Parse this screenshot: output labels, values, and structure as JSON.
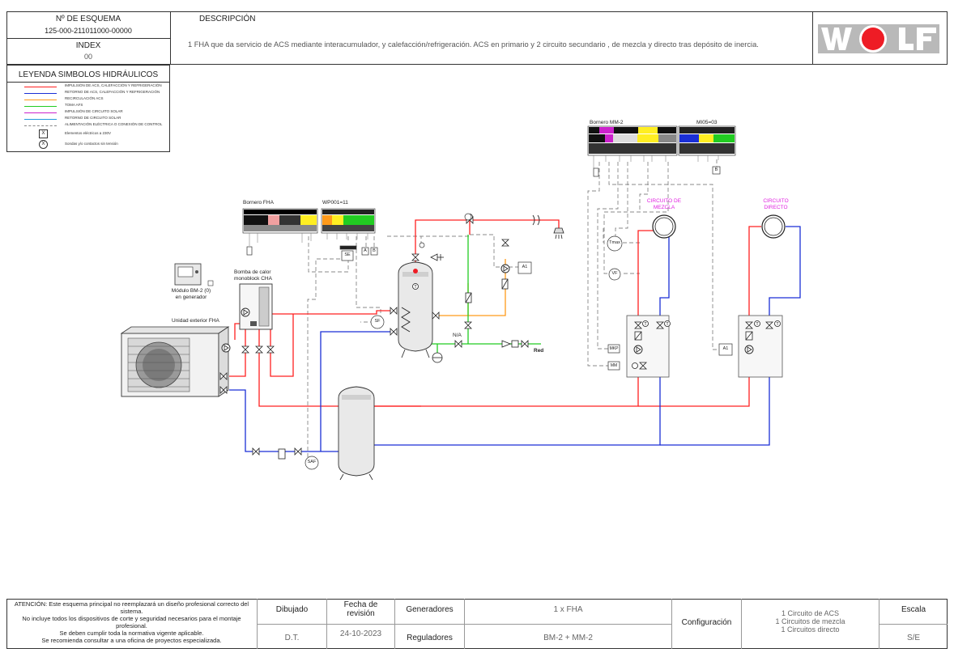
{
  "header": {
    "scheme_number_label": "Nº DE ESQUEMA",
    "scheme_number": "125-000-211011000-00000",
    "index_label": "INDEX",
    "index_value": "00",
    "description_label": "DESCRIPCIÓN",
    "description": "1 FHA que da servicio de ACS mediante interacumulador, y calefacción/refrigeración. ACS en primario y 2 circuito  secundario ,  de mezcla y directo  tras depósito de inercia.",
    "logo_text": "WOLF"
  },
  "legend": {
    "title": "LEYENDA SIMBOLOS HIDRÁULICOS",
    "items": [
      {
        "label": "IMPULSIÓN DE ACS, CALEFACCIÓN Y REFRIGERACIÓN",
        "color": "#ff2020",
        "style": "solid"
      },
      {
        "label": "RETORNO DE ACS, CALEFACCIÓN Y REFRIGERACIÓN",
        "color": "#1a2fd6",
        "style": "solid"
      },
      {
        "label": "RECIRCULACIÓN ACS",
        "color": "#ff9a1a",
        "style": "solid"
      },
      {
        "label": "TOMA AFS",
        "color": "#22cc22",
        "style": "solid"
      },
      {
        "label": "IMPULSIÓN DE CIRCUITO SOLAR",
        "color": "#cc22cc",
        "style": "solid"
      },
      {
        "label": "RETORNO DE CIRCUITO SOLAR",
        "color": "#2299dd",
        "style": "solid"
      },
      {
        "label": "ALIMENTACIÓN ELÉCTRICA O CONEXIÓN DE CONTROL",
        "color": "#888888",
        "style": "dashed"
      },
      {
        "label": "Elementos eléctricos a 230V",
        "symbol": "X",
        "style": "box"
      },
      {
        "label": "Sondas y/o contactos sin tensión",
        "symbol": "X",
        "style": "circle"
      }
    ]
  },
  "diagram": {
    "bornero_fha": "Bornero FHA",
    "wp001": "WP001=11",
    "bornero_mm2": "Bornero MM-2",
    "mi05": "MI05=03",
    "modulo_bm2_line1": "Módulo BM-2 (0)",
    "modulo_bm2_line2": "en generador",
    "bomba_line1": "Bomba de calor",
    "bomba_line2": "monoblock CHA",
    "unidad_exterior": "Unidad exterior FHA",
    "circuito_mezcla_line1": "CIRCUITO DE",
    "circuito_mezcla_line2": "MEZCLA",
    "circuito_directo_line1": "CIRCUITO",
    "circuito_directo_line2": "DIRECTO",
    "na_label": "N/A",
    "red_label": "Red",
    "sensor_se": "SE",
    "sensor_sf": "SF",
    "sensor_saf": "SAF",
    "sensor_a1": "A1",
    "sensor_a1b": "A1",
    "sensor_a": "A",
    "sensor_b": "B",
    "sensor_b2": "B",
    "sensor_tmax": "Tmax",
    "sensor_vf": "VF",
    "sensor_mkp": "MKP",
    "sensor_mm": "MM",
    "colors": {
      "supply": "#ff2020",
      "return": "#1a2fd6",
      "recirc": "#ff9a1a",
      "cold": "#22cc22",
      "control": "#888888",
      "magenta_text": "#e020e0"
    }
  },
  "footer": {
    "warning_lines": [
      "ATENCIÓN: Este esquema principal no reemplazará un diseño profesional correcto del sistema.",
      "No incluye todos los dispositivos de corte y seguridad necesarios para el montaje profesional.",
      "Se deben cumplir toda la normativa vigente aplicable.",
      "Se recomienda consultar a una oficina de proyectos especializada."
    ],
    "dibujado_label": "Dibujado",
    "dibujado_value": "D.T.",
    "fecha_label_1": "Fecha de",
    "fecha_label_2": "revisión",
    "fecha_value": "24-10-2023",
    "generadores_label": "Generadores",
    "generadores_value": "1 x FHA",
    "reguladores_label": "Reguladores",
    "reguladores_value": "BM-2 +  MM-2",
    "configuracion_label": "Configuración",
    "configuracion_lines": [
      "1 Circuito de ACS",
      "1 Circuitos de mezcla",
      "1 Circuitos directo"
    ],
    "escala_label": "Escala",
    "escala_value": "S/E"
  }
}
